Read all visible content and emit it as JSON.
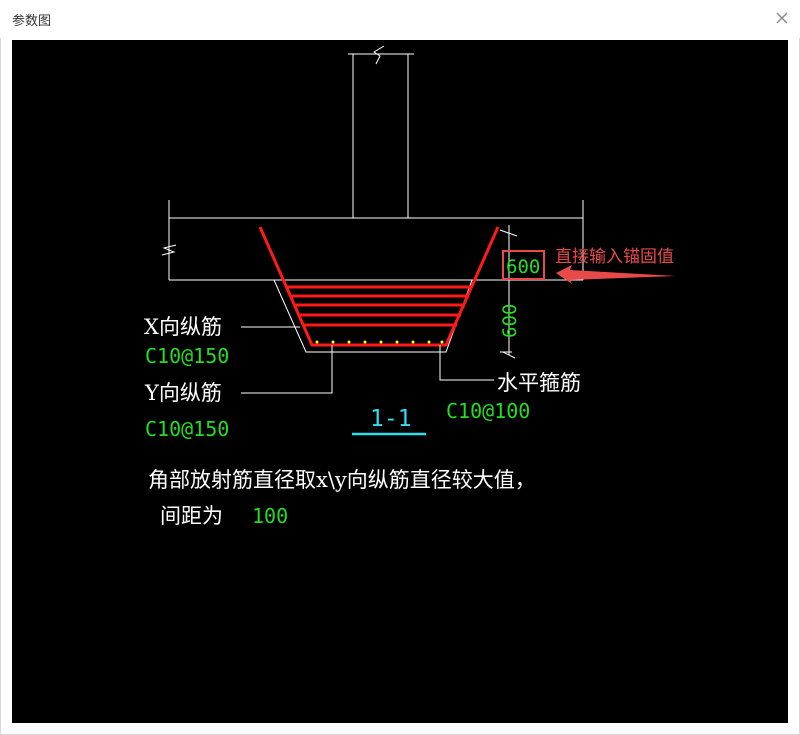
{
  "window": {
    "title": "参数图"
  },
  "colors": {
    "background": "#000000",
    "rebar": "#ff1a1a",
    "text": "#ffffff",
    "value": "#22dd22",
    "section": "#33ddee",
    "dots": "#ffff00",
    "annotation": "#e84a4a"
  },
  "icons": {
    "close": "close-icon"
  },
  "drawing": {
    "anchor_value": "600",
    "height_dim": "600",
    "annotation": "直接输入锚固值",
    "x_rebar_label": "X向纵筋",
    "x_rebar_value": "C10@150",
    "y_rebar_label": "Y向纵筋",
    "y_rebar_value": "C10@150",
    "hoop_label": "水平箍筋",
    "hoop_value": "C10@100",
    "section_label": "1-1",
    "note_line1": "角部放射筋直径取x\\y向纵筋直径较大值，",
    "note_spacing_label": "间距为",
    "note_spacing_value": "100"
  }
}
